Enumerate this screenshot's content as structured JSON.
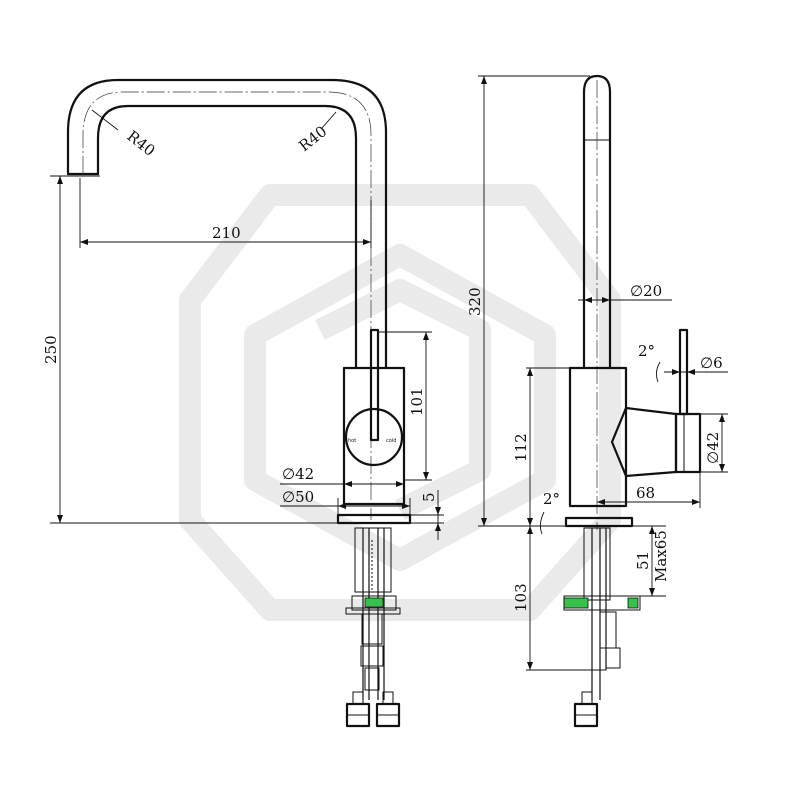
{
  "drawing": {
    "front_view": {
      "spout_bend_left": "R40",
      "spout_bend_right": "R40",
      "spout_reach": "210",
      "overall_height": "250",
      "lever_height": "101",
      "body_diameter": "∅42",
      "base_diameter": "∅50",
      "flange_thickness": "5",
      "hot_label": "hot",
      "cold_label": "cold"
    },
    "side_view": {
      "overall_height": "320",
      "spout_diameter": "∅20",
      "lever_angle": "2°",
      "lever_diameter": "∅6",
      "handle_diameter": "∅42",
      "body_height": "112",
      "handle_projection": "68",
      "base_angle": "2°",
      "shank_height": "51",
      "max_mounting": "Max65",
      "below_deck_length": "103"
    },
    "accent_color": "#36c14a"
  }
}
